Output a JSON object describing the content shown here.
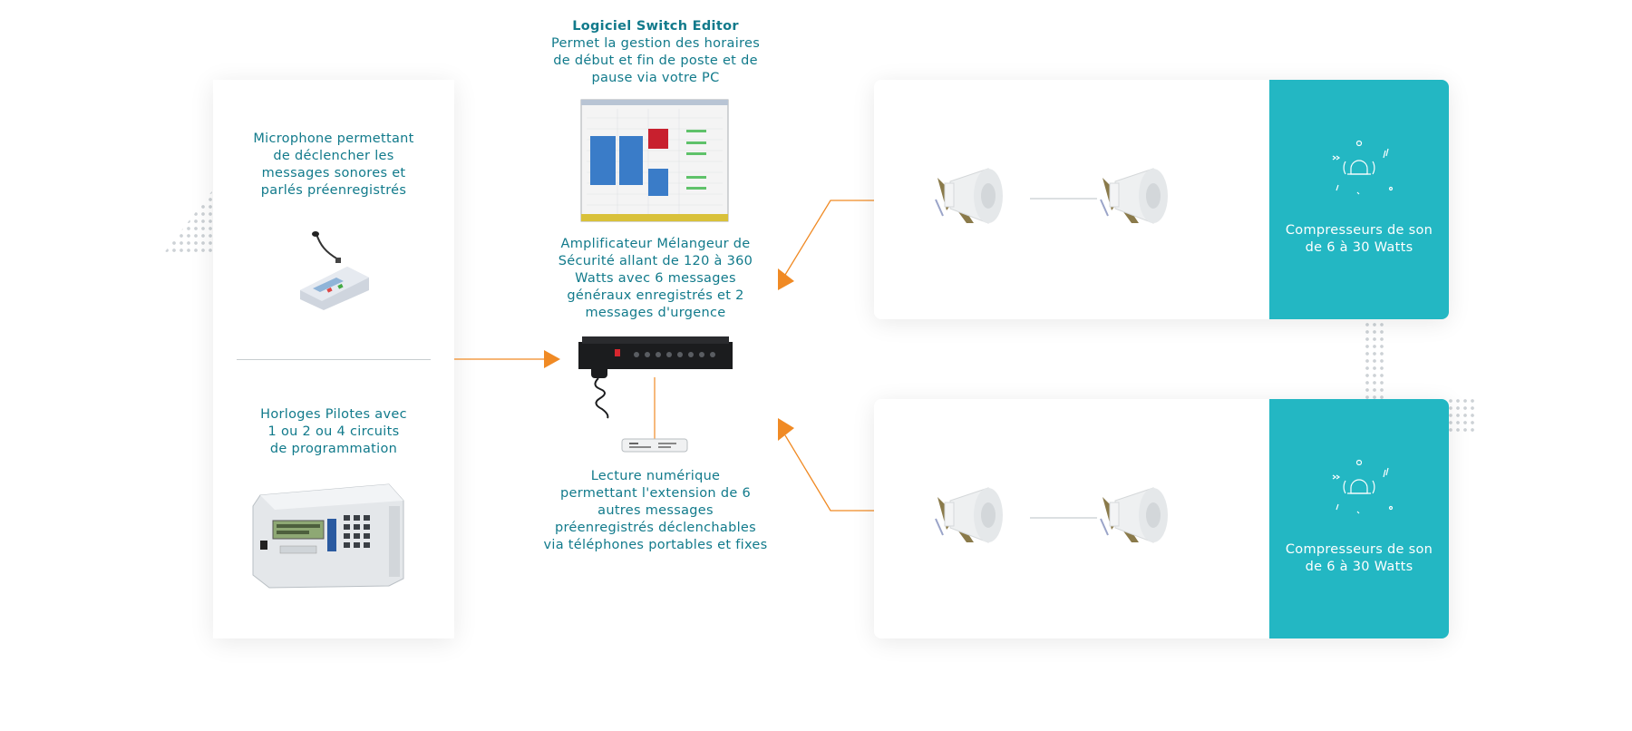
{
  "colors": {
    "teal_text": "#117a8b",
    "teal_panel": "#23b7c3",
    "orange_connector": "#f08a24",
    "divider": "#c8cdd0"
  },
  "left_card": {
    "microphone_text": "Microphone permettant\nde déclencher les\nmessages sonores et\nparlés préenregistrés",
    "clock_text": "Horloges Pilotes avec\n1 ou 2 ou 4 circuits\nde programmation"
  },
  "center": {
    "software_title": "Logiciel Switch Editor",
    "software_desc": "Permet la gestion des horaires\nde début et fin de poste et de\npause via votre PC",
    "amplifier_text": "Amplificateur Mélangeur de\nSécurité allant de 120 à 360\nWatts avec 6 messages\ngénéraux enregistrés et 2\nmessages d'urgence",
    "digital_reader_text": "Lecture numérique\npermettant l'extension de 6\nautres messages\npréenregistrés déclenchables\nvia téléphones portables et fixes"
  },
  "right_cards": [
    {
      "label": "Compresseurs de son\nde 6 à 30 Watts",
      "icon": "alarm-bell-icon"
    },
    {
      "label": "Compresseurs de son\nde 6 à 30 Watts",
      "icon": "alarm-bell-icon"
    }
  ]
}
